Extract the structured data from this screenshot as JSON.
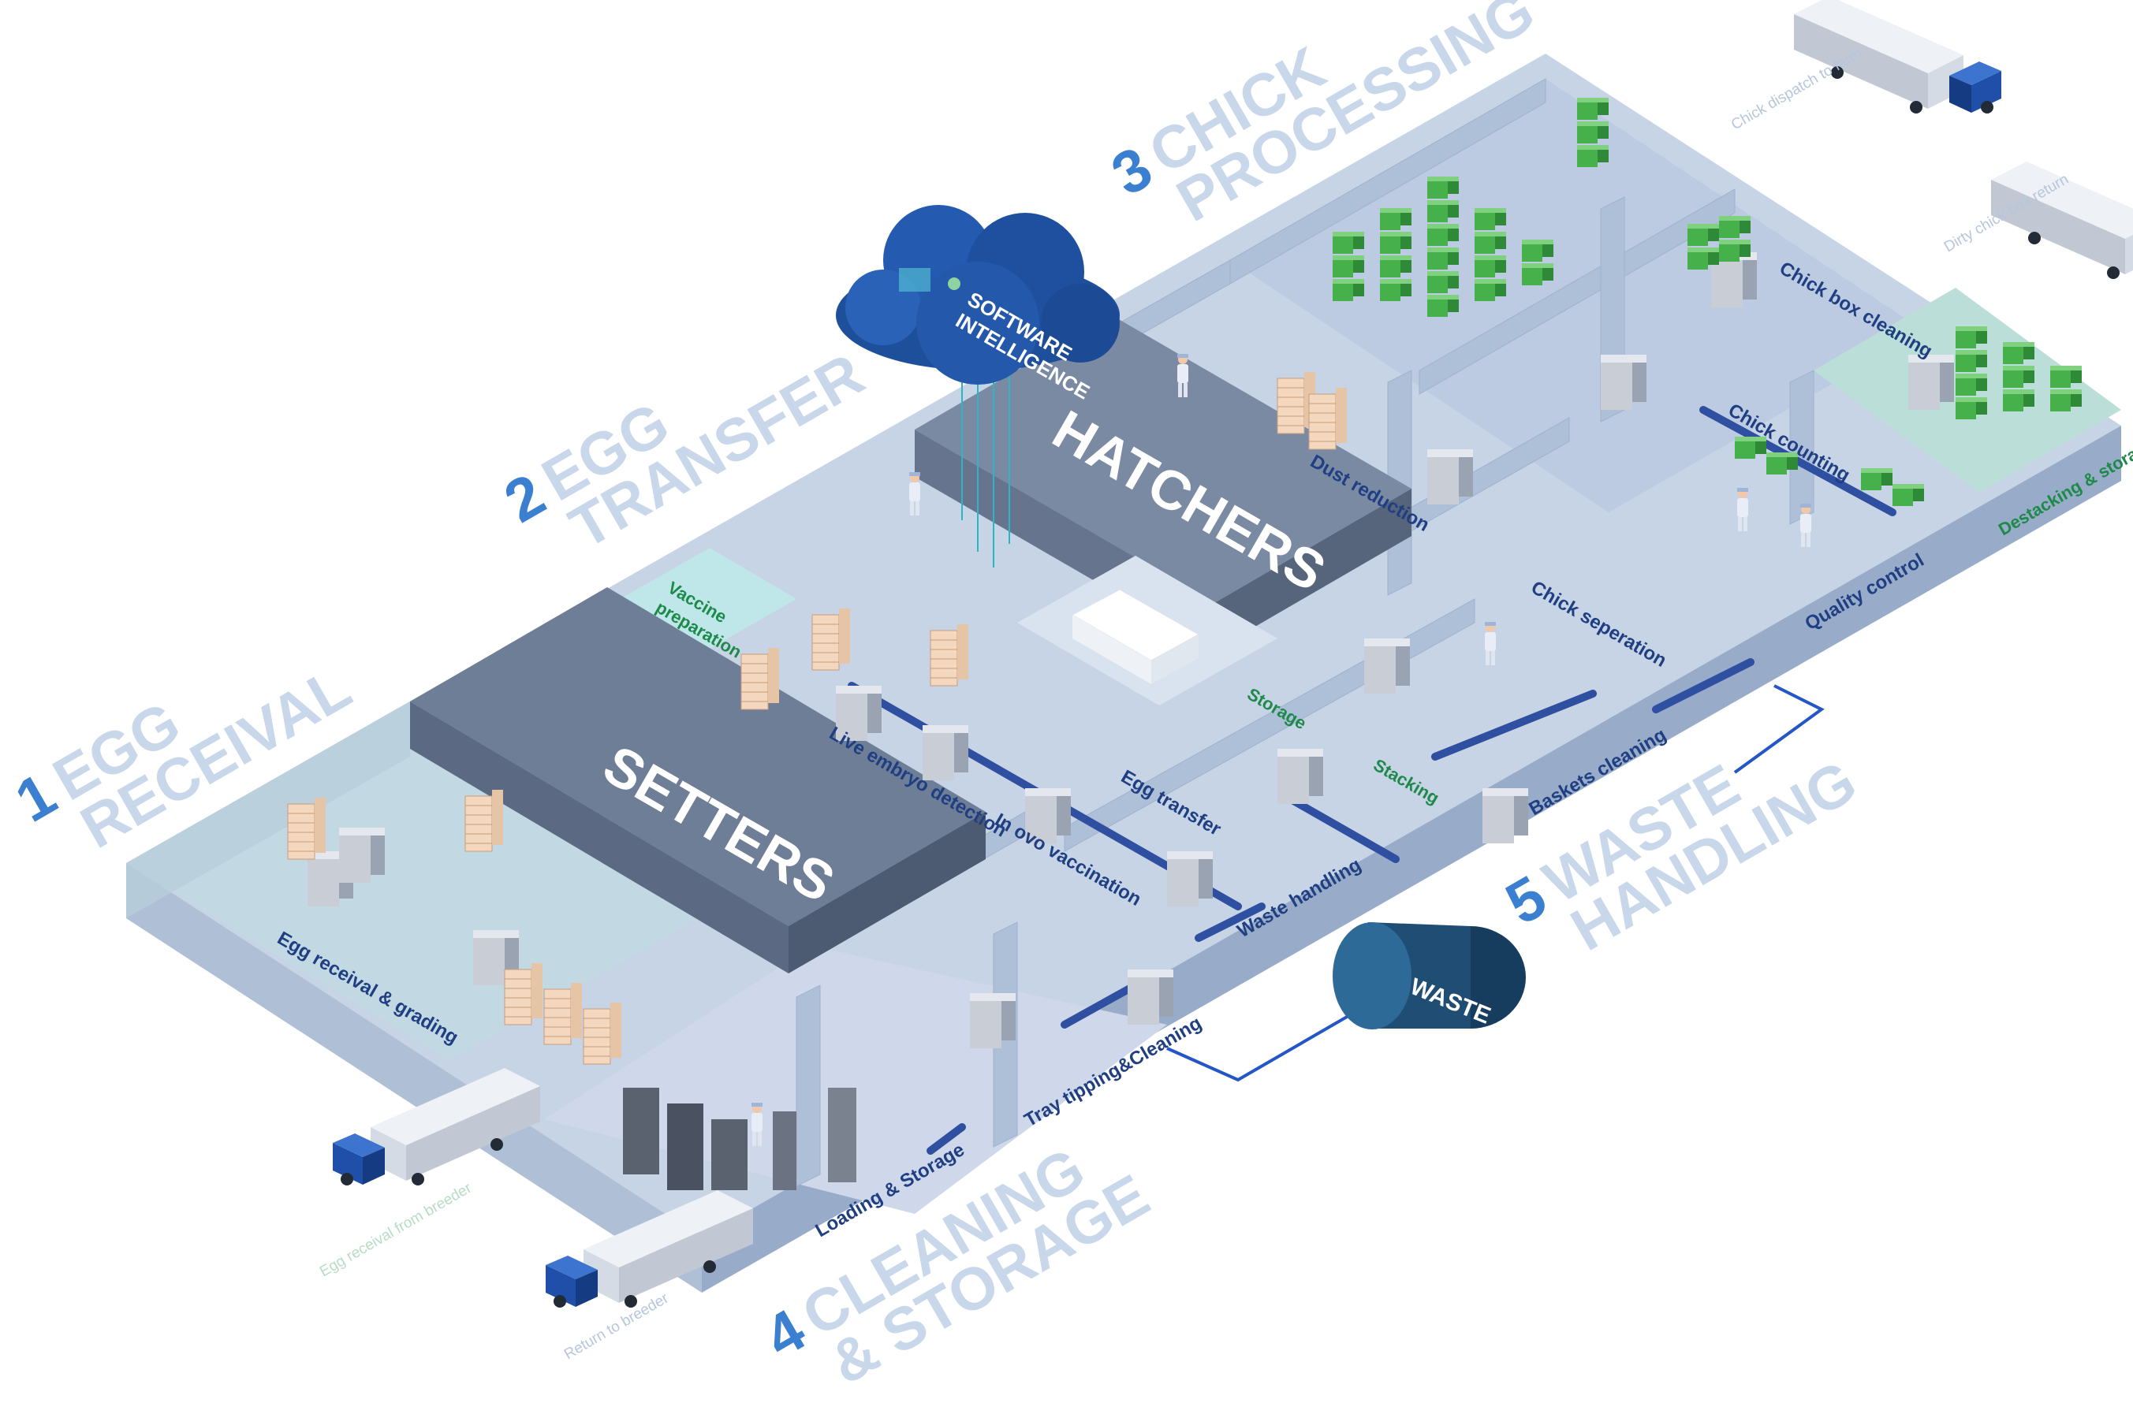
{
  "sections": {
    "egg_receival": {
      "number": "1",
      "line1": "EGG",
      "line2": "RECEIVAL"
    },
    "egg_transfer": {
      "number": "2",
      "line1": "EGG",
      "line2": "TRANSFER"
    },
    "chick_processing": {
      "number": "3",
      "line1": "CHICK",
      "line2": "PROCESSING"
    },
    "cleaning_storage": {
      "number": "4",
      "line1": "CLEANING",
      "line2": "& STORAGE"
    },
    "waste_handling": {
      "number": "5",
      "line1": "WASTE",
      "line2": "HANDLING"
    }
  },
  "halls": {
    "setters": "SETTERS",
    "hatchers": "HATCHERS"
  },
  "cloud": {
    "line1": "SOFTWARE",
    "line2": "INTELLIGENCE"
  },
  "waste_tank": {
    "label": "WASTE"
  },
  "process_labels": {
    "egg_receival_grading": "Egg receival & grading",
    "vaccine_preparation_1": "Vaccine",
    "vaccine_preparation_2": "preparation",
    "live_embryo_detection": "Live embryo detection",
    "egg_transfer": "Egg transfer",
    "in_ovo_vaccination": "In ovo vaccination",
    "waste_handling": "Waste handling",
    "tray_tipping_cleaning": "Tray tipping&Cleaning",
    "loading_storage": "Loading & Storage",
    "storage": "Storage",
    "stacking": "Stacking",
    "dust_reduction": "Dust reduction",
    "baskets_cleaning": "Baskets cleaning",
    "chick_seperation": "Chick seperation",
    "chick_counting": "Chick counting",
    "quality_control": "Quality control",
    "chick_box_cleaning": "Chick box cleaning",
    "destacking_storage": "Destacking & storage"
  },
  "truck_labels": {
    "chick_dispatch": "Chick dispatch to farm",
    "dirty_box_return": "Dirty chick box return",
    "egg_receival_breeder": "Egg receival from breeder",
    "return_to_breeder": "Return to breeder"
  },
  "colors": {
    "accent_blue": "#3b7fd0",
    "label_navy": "#1f3f82",
    "label_green": "#1e8a4a",
    "floor": "#c5d3e6",
    "wall": "#a9b9d3",
    "hall_roof": "#6f7e97",
    "waste_tank": "#1f4d73",
    "crate_green": "#46b04a",
    "truck_cab": "#1f4fa8"
  }
}
